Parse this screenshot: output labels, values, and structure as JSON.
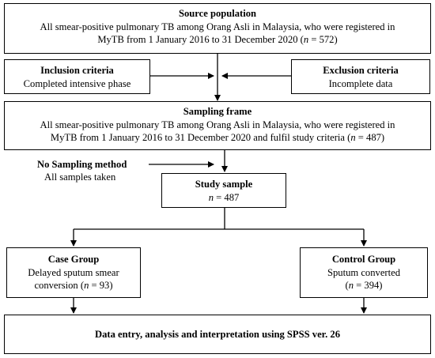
{
  "source": {
    "title": "Source population",
    "line1": "All smear-positive pulmonary TB among Orang Asli in Malaysia, who were registered in",
    "line2_pre": "MyTB from 1 January 2016 to 31 December 2020 (",
    "n_label": "n",
    "line2_post": " = 572)"
  },
  "inclusion": {
    "title": "Inclusion criteria",
    "text": "Completed intensive phase"
  },
  "exclusion": {
    "title": "Exclusion criteria",
    "text": "Incomplete data"
  },
  "frame": {
    "title": "Sampling frame",
    "line1": "All smear-positive pulmonary TB among Orang Asli in Malaysia, who were registered in",
    "line2_pre": "MyTB from 1 January 2016 to 31 December 2020 and fulfil study criteria (",
    "n_label": "n",
    "line2_post": " = 487)"
  },
  "sampling": {
    "title": "No Sampling method",
    "text": "All samples taken"
  },
  "study": {
    "title": "Study sample",
    "n_label": "n",
    "value": " = 487"
  },
  "case": {
    "title": "Case Group",
    "line1": "Delayed sputum smear",
    "line2_pre": "conversion (",
    "n_label": "n",
    "line2_post": " = 93)"
  },
  "control": {
    "title": "Control Group",
    "line1": "Sputum converted",
    "line2_pre": "(",
    "n_label": "n",
    "line2_post": " = 394)"
  },
  "final": {
    "text": "Data entry, analysis and interpretation using SPSS ver. 26"
  }
}
